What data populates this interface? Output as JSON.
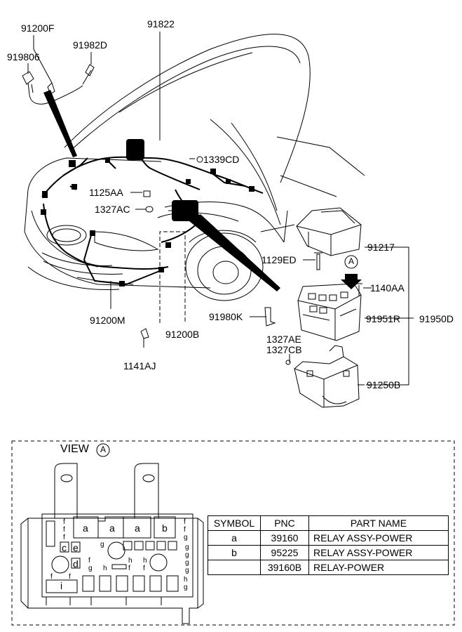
{
  "part_labels": {
    "p91200F": "91200F",
    "p919806": "919806",
    "p91982D": "91982D",
    "p91822": "91822",
    "p1339CD": "1339CD",
    "p1125AA": "1125AA",
    "p1327AC": "1327AC",
    "p91200M": "91200M",
    "p91200B": "91200B",
    "p1141AJ": "1141AJ",
    "p91980K": "91980K",
    "p1129ED": "1129ED",
    "p1140AA": "1140AA",
    "p91217": "91217",
    "p91951R": "91951R",
    "p91950D": "91950D",
    "p1327AE": "1327AE",
    "p1327CB": "1327CB",
    "p91250B": "91250B",
    "view_marker": "A"
  },
  "view": {
    "title": "VIEW",
    "marker": "A"
  },
  "fuse_box_letters": {
    "a1": "a",
    "a2": "a",
    "a3": "a",
    "b": "b",
    "c": "c",
    "e": "e",
    "d": "d",
    "i": "i",
    "f": "f",
    "g": "g",
    "h": "h"
  },
  "parts_table": {
    "headers": [
      "SYMBOL",
      "PNC",
      "PART NAME"
    ],
    "rows": [
      {
        "symbol": "a",
        "pnc": "39160",
        "name": "RELAY ASSY-POWER"
      },
      {
        "symbol": "b",
        "pnc": "95225",
        "name": "RELAY ASSY-POWER"
      },
      {
        "symbol": "",
        "pnc": "39160B",
        "name": "RELAY-POWER"
      }
    ]
  }
}
